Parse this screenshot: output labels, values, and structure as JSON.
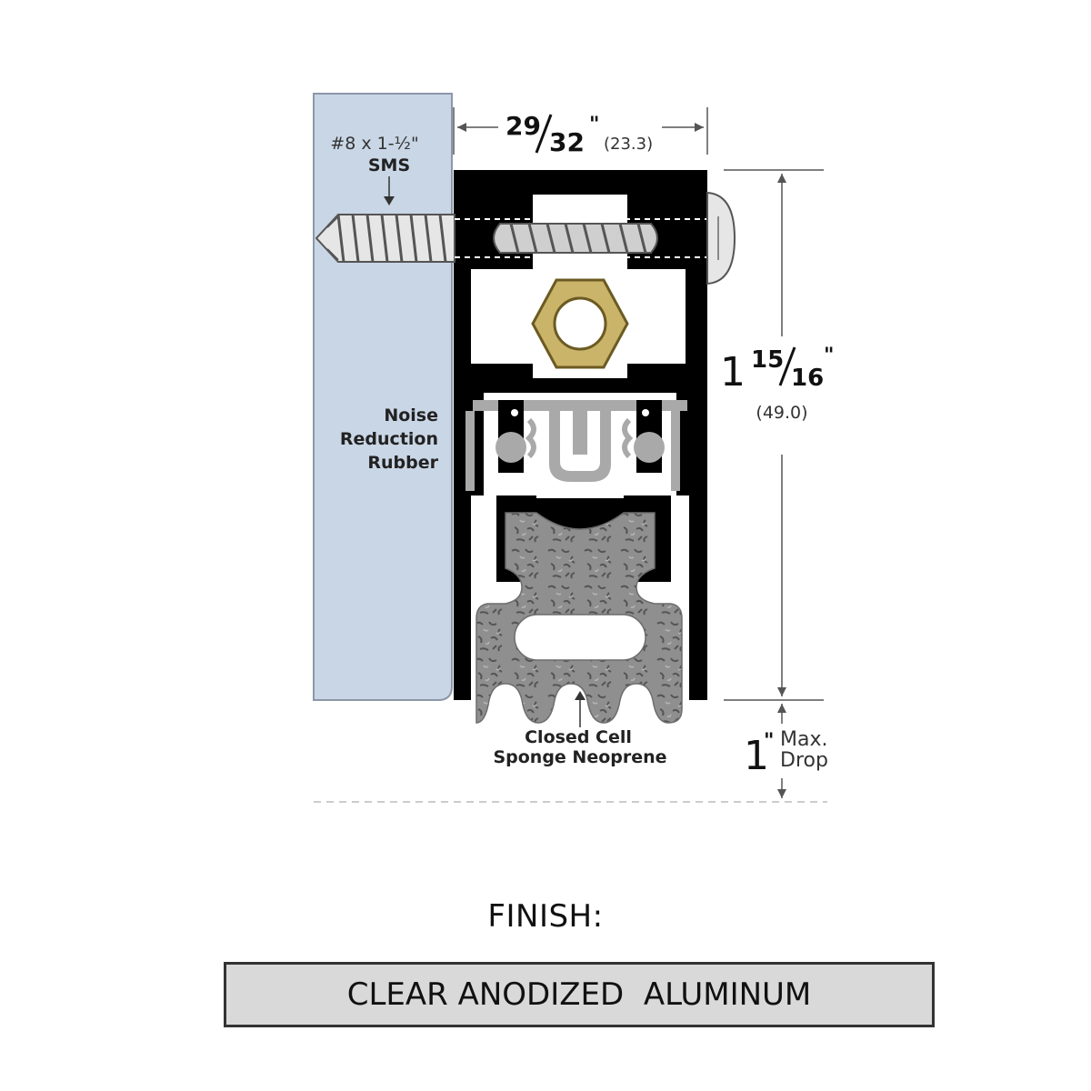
{
  "labels": {
    "screw_spec": "#8 x 1-½\"",
    "screw_type": "SMS",
    "rubber_line1": "Noise",
    "rubber_line2": "Reduction",
    "rubber_line3": "Rubber",
    "seal_line1": "Closed Cell",
    "seal_line2": "Sponge Neoprene"
  },
  "dimensions": {
    "width_whole_num": "29",
    "width_den": "32",
    "width_inch_mark": "\"",
    "width_metric": "(23.3)",
    "height_whole": "1",
    "height_num": "15",
    "height_den": "16",
    "height_inch_mark": "\"",
    "height_metric": "(49.0)",
    "drop_value": "1",
    "drop_inch_mark": "\"",
    "drop_line1": "Max.",
    "drop_line2": "Drop"
  },
  "finish": {
    "title": "FINISH:",
    "value": "CLEAR ANODIZED  ALUMINUM"
  },
  "colors": {
    "door_face": "#c9d6e6",
    "aluminum": "#000000",
    "brass_nut": "#c9b46a",
    "neoprene": "#8a8a8a",
    "rubber_part": "#a9a9a9",
    "finish_box": "#d9d9d9"
  }
}
